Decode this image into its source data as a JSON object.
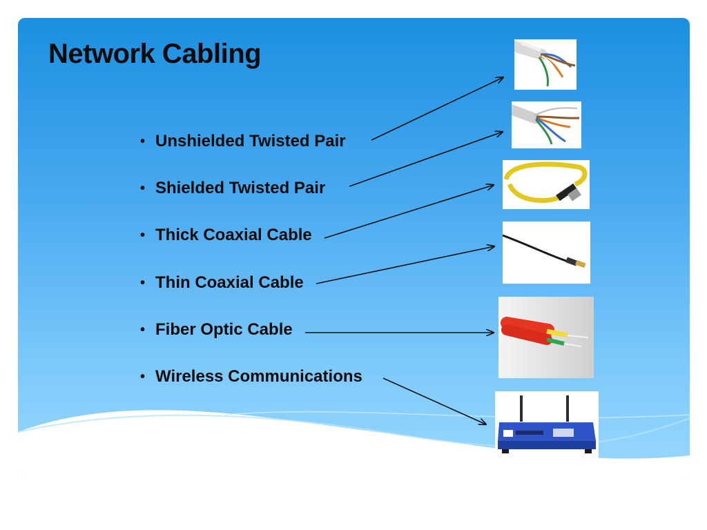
{
  "slide": {
    "title": "Network Cabling",
    "bullets": [
      {
        "label": "Unshielded Twisted Pair"
      },
      {
        "label": "Shielded Twisted Pair"
      },
      {
        "label": "Thick Coaxial Cable"
      },
      {
        "label": "Thin Coaxial Cable"
      },
      {
        "label": "Fiber Optic Cable"
      },
      {
        "label": "Wireless Communications"
      }
    ],
    "bullet_symbol": "•"
  },
  "colors": {
    "background_top": "#1b8fe0",
    "background_bottom": "#9ad8ff",
    "text": "#0b0b0b",
    "arrow": "#111111"
  }
}
